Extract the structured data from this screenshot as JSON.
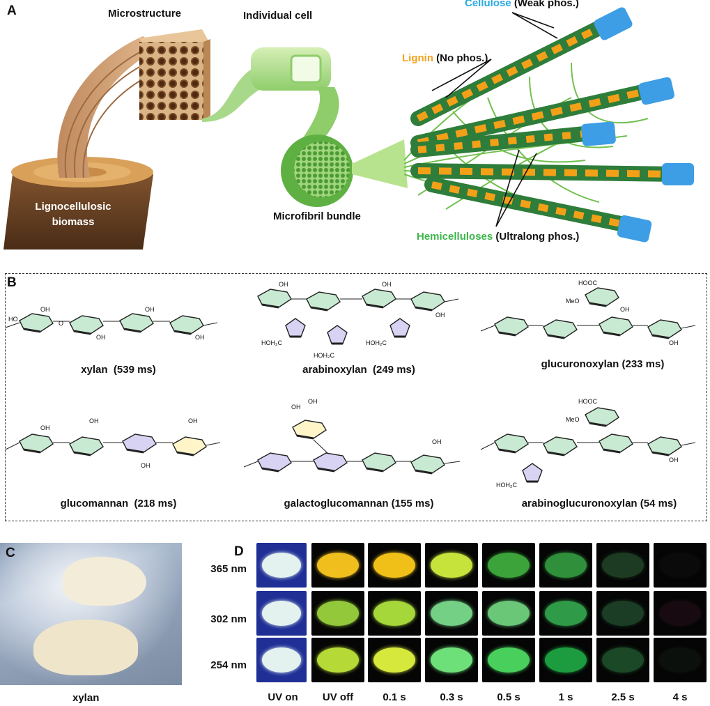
{
  "panelA": {
    "letter": "A",
    "microstructure": "Microstructure",
    "individual_cell": "Individual cell",
    "biomass_line1": "Lignocellulosic",
    "biomass_line2": "biomass",
    "microfibril_bundle": "Microfibril bundle",
    "cellulose": "Cellulose",
    "cellulose_note": "(Weak phos.)",
    "lignin": "Lignin",
    "lignin_note": "(No phos.)",
    "hemicelluloses": "Hemicelluloses",
    "hemicelluloses_note": "(Ultralong phos.)",
    "colors": {
      "cellulose": "#29a9e1",
      "lignin": "#f5a21b",
      "hemicelluloses": "#3cb54a"
    }
  },
  "panelB": {
    "letter": "B",
    "molecules": [
      {
        "name": "xylan",
        "time": "(539 ms)"
      },
      {
        "name": "arabinoxylan",
        "time": "(249 ms)"
      },
      {
        "name": "glucuronoxylan",
        "time": "(233 ms)"
      },
      {
        "name": "glucomannan",
        "time": "(218 ms)"
      },
      {
        "name": "galactoglucomannan",
        "time": "(155 ms)"
      },
      {
        "name": "arabinoglucuronoxylan",
        "time": "(54 ms)"
      }
    ],
    "groups": {
      "oh": "OH",
      "ho": "HO",
      "o": "O",
      "hooc": "HOOC",
      "meo": "MeO",
      "hoh2c": "HOH₂C"
    }
  },
  "panelC": {
    "letter": "C",
    "caption": "xylan"
  },
  "panelD": {
    "letter": "D",
    "rows": [
      "365 nm",
      "302 nm",
      "254 nm"
    ],
    "columns": [
      "UV on",
      "UV off",
      "0.1 s",
      "0.3 s",
      "0.5 s",
      "1 s",
      "2.5 s",
      "4 s"
    ],
    "blob_colors": [
      [
        "#e4f2ef",
        "#f0bf1e",
        "#f0c018",
        "#c6e33c",
        "#3ba33a",
        "#2f8f3a",
        "#1d3b23",
        "#0a0a0a"
      ],
      [
        "#e4f2ef",
        "#93c83a",
        "#a5d63a",
        "#74d085",
        "#69c777",
        "#2f9a47",
        "#1b3d26",
        "#170a10"
      ],
      [
        "#e4f2ef",
        "#b5d936",
        "#d6e83c",
        "#6ee07a",
        "#48cf5c",
        "#1d9c3f",
        "#1b4826",
        "#0c100d"
      ]
    ]
  }
}
